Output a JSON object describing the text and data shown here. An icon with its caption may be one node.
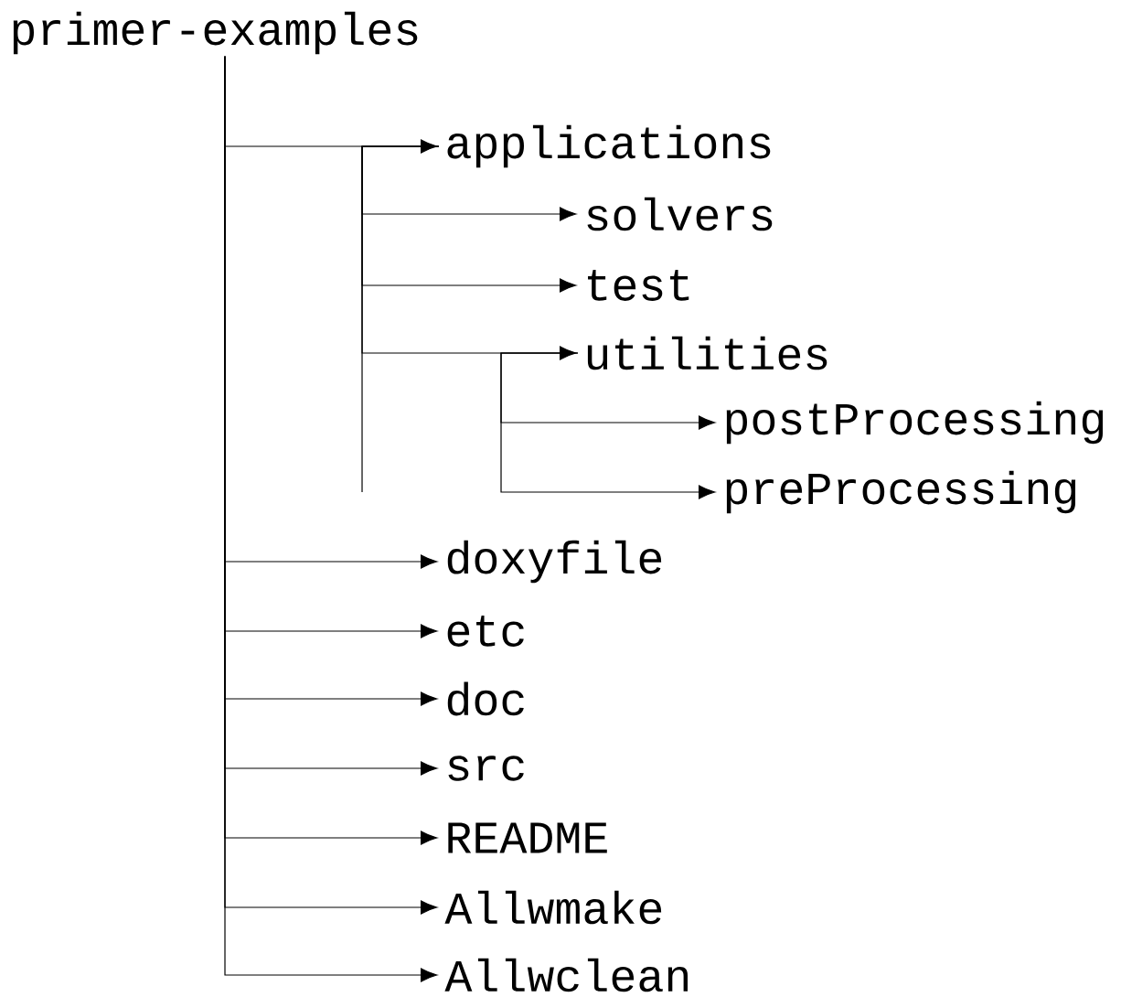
{
  "diagram": {
    "nodes": [
      {
        "text": [
          "primer-examples"
        ]
      },
      {
        "text": [
          "applications"
        ]
      },
      {
        "text": [
          "solvers"
        ]
      },
      {
        "text": [
          "test"
        ]
      },
      {
        "text": [
          "utilities"
        ]
      },
      {
        "text": [
          "postProcessing"
        ]
      },
      {
        "text": [
          "preProcessing"
        ]
      },
      {
        "text": [
          "doxyfile"
        ]
      },
      {
        "text": [
          "etc"
        ]
      },
      {
        "text": [
          "doc"
        ]
      },
      {
        "text": [
          "src"
        ]
      },
      {
        "text": [
          "README"
        ]
      },
      {
        "text": [
          "Allwmake"
        ]
      },
      {
        "text": [
          "Allwclean"
        ]
      }
    ],
    "edges": [
      {
        "from": 0,
        "to": 1,
        "arrow": "to"
      },
      {
        "from": 1,
        "to": 2,
        "arrow": "to"
      },
      {
        "from": 1,
        "to": 3,
        "arrow": "to"
      },
      {
        "from": 1,
        "to": 4,
        "arrow": "to"
      },
      {
        "from": 4,
        "to": 5,
        "arrow": "to"
      },
      {
        "from": 4,
        "to": 6,
        "arrow": "to"
      },
      {
        "from": 0,
        "to": 7,
        "arrow": "to"
      },
      {
        "from": 0,
        "to": 8,
        "arrow": "to"
      },
      {
        "from": 0,
        "to": 9,
        "arrow": "to"
      },
      {
        "from": 0,
        "to": 10,
        "arrow": "to"
      },
      {
        "from": 0,
        "to": 11,
        "arrow": "to"
      },
      {
        "from": 0,
        "to": 12,
        "arrow": "to"
      },
      {
        "from": 0,
        "to": 13,
        "arrow": "to"
      }
    ]
  }
}
